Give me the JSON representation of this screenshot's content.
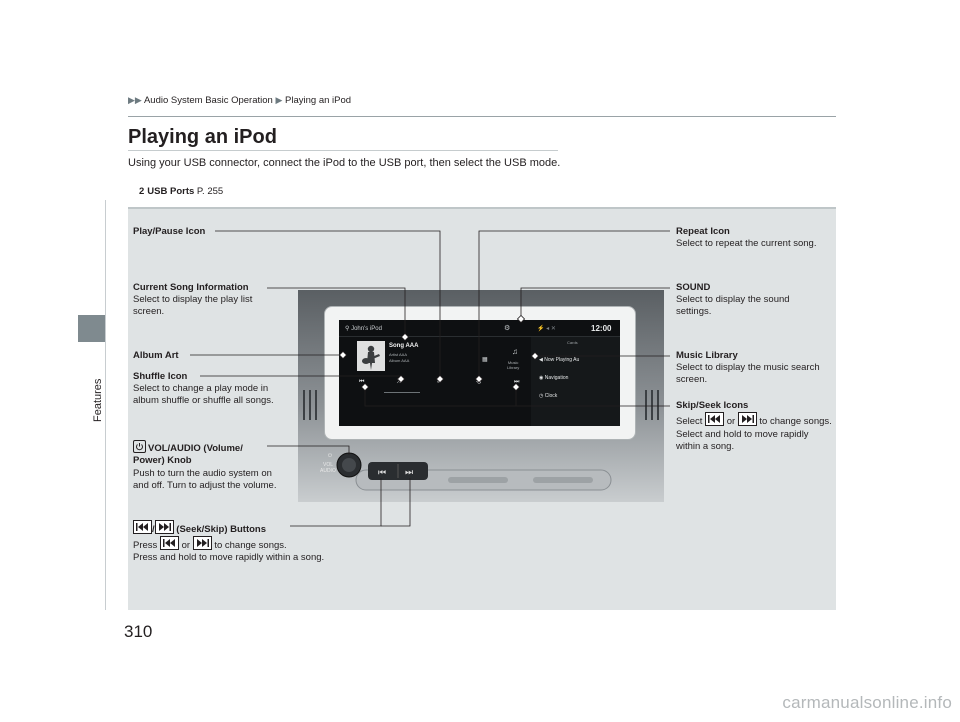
{
  "sidebar": {
    "section_label": "Features"
  },
  "breadcrumb": {
    "item1": "Audio System Basic Operation",
    "item2": "Playing an iPod"
  },
  "page": {
    "title": "Playing an iPod",
    "intro": "Using your USB connector, connect the iPod to the USB port, then select the USB mode.",
    "xref_label": "USB Ports",
    "xref_page": "P. 255",
    "page_number": "310"
  },
  "screen": {
    "source": "John's iPod",
    "song": "Song AAA",
    "artist": "Artist AAA",
    "album": "Album AAA",
    "clock": "12:00",
    "cards": "Cards",
    "music_library_line1": "Music",
    "music_library_line2": "Library",
    "menu": [
      "Now Playing Au",
      "Navigation",
      "Clock"
    ],
    "knob_label_line1": "VOL",
    "knob_label_line2": "AUDIO"
  },
  "callouts": {
    "play_pause": {
      "title": "Play/Pause Icon"
    },
    "current_song": {
      "title": "Current Song Information",
      "desc": "Select to display the play list screen."
    },
    "album_art": {
      "title": "Album Art"
    },
    "shuffle": {
      "title": "Shuffle Icon",
      "desc": "Select to change a play mode in album shuffle or shuffle all songs."
    },
    "vol_audio": {
      "title_line1": "VOL/AUDIO (Volume/",
      "title_line2": "Power) Knob",
      "desc": "Push to turn the audio system on and off. Turn to adjust the volume."
    },
    "seek_buttons": {
      "title": "(Seek/Skip) Buttons",
      "desc1_pre": "Press",
      "desc1_mid": "or",
      "desc1_post": "to change songs.",
      "desc2": "Press and hold to move rapidly within a song."
    },
    "repeat": {
      "title": "Repeat Icon",
      "desc": "Select to repeat the current song."
    },
    "sound": {
      "title": "SOUND",
      "desc": "Select to display the sound settings."
    },
    "music_library": {
      "title": "Music Library",
      "desc": "Select to display the music search screen."
    },
    "skip_seek_icons": {
      "title": "Skip/Seek Icons",
      "desc1_pre": "Select",
      "desc1_mid": "or",
      "desc1_post": "to change songs.",
      "desc2": "Select and hold to move rapidly within a song."
    }
  },
  "footer": {
    "watermark": "carmanualsonline.info"
  },
  "colors": {
    "panel_bg": "#dfe3e4",
    "screen_bg": "#0e1012",
    "sidebar_block": "#7f8a8f"
  }
}
